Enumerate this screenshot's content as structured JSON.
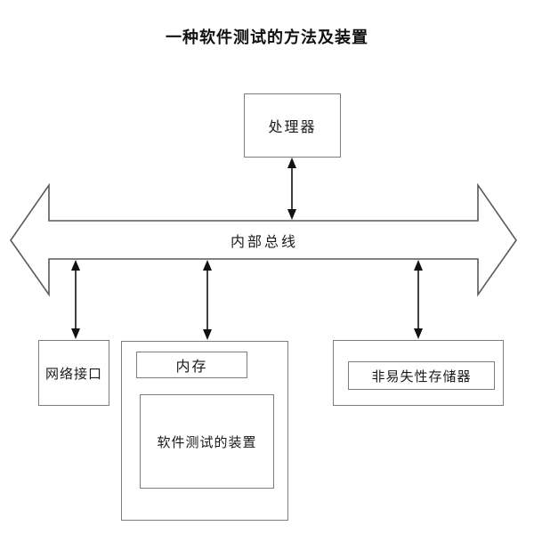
{
  "title": "一种软件测试的方法及装置",
  "diagram": {
    "type": "block-diagram",
    "nodes": {
      "processor": {
        "label": "处理器"
      },
      "internal_bus": {
        "label": "内部总线"
      },
      "network_interface": {
        "label": "网络接口"
      },
      "memory": {
        "label": "内存"
      },
      "software_test_device": {
        "label": "软件测试的装置"
      },
      "nonvolatile_memory": {
        "label": "非易失性存储器"
      }
    },
    "edges": [
      {
        "from": "processor",
        "to": "internal_bus",
        "style": "double-arrow"
      },
      {
        "from": "internal_bus",
        "to": "network_interface",
        "style": "double-arrow"
      },
      {
        "from": "internal_bus",
        "to": "memory",
        "style": "double-arrow"
      },
      {
        "from": "internal_bus",
        "to": "nonvolatile_memory",
        "style": "double-arrow"
      }
    ],
    "containment": [
      {
        "parent": "memory",
        "child": "software_test_device"
      }
    ],
    "colors": {
      "background": "#ffffff",
      "box_border": "#7d7d7d",
      "bus_outline": "#5a5a5a",
      "arrow": "#111111",
      "text": "#1a1a1a"
    }
  }
}
